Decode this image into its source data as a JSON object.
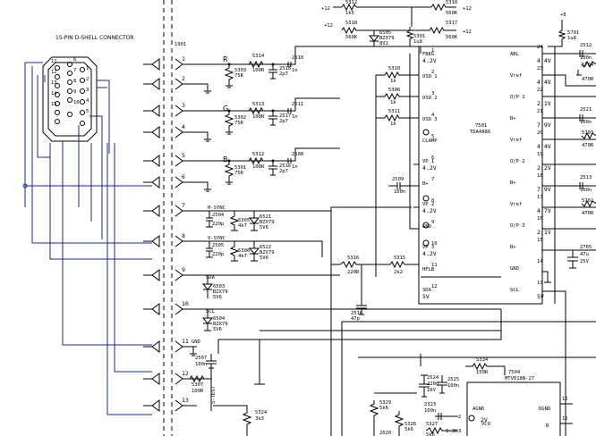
{
  "connector": {
    "title": "15-PIN D-SHELL CONNECTOR",
    "ref": "1901",
    "pins": [
      "1",
      "2",
      "3",
      "4",
      "5",
      "6",
      "7",
      "8",
      "9",
      "10",
      "11",
      "12",
      "13"
    ]
  },
  "top": {
    "v12a": "+12",
    "r5312": "5312",
    "r5312v": "1k5",
    "r5310": "5310",
    "r5310v": "560K",
    "v12b": "+12",
    "r5318": "5318",
    "r5318v": "560K",
    "d6505": "6505",
    "d6505v": "BZX79",
    "d6505b": "8V2",
    "r5317": "5317",
    "r5317v": "560K",
    "r5301": "5301",
    "r5301v": "1u8",
    "v12c": "+12",
    "v8": "+8",
    "r5701": "5701",
    "r5701v": "1u8"
  },
  "rgb": {
    "r": "R",
    "g": "G",
    "b": "B",
    "r1": "5303",
    "r1v": "75R",
    "r2": "5314",
    "r2v": "100R",
    "c1": "2518",
    "c1v": "2p7",
    "c2": "2510",
    "c2v": "1n",
    "g1": "5302",
    "g1v": "75R",
    "g2": "5313",
    "g2v": "100R",
    "gc1": "2517",
    "gc1v": "2p7",
    "gc2": "2511",
    "gc2v": "1n",
    "b1": "5301",
    "b1v": "75R",
    "b2": "5312",
    "b2v": "100R",
    "bc1": "2516",
    "bc1v": "2p7",
    "bc2": "2508",
    "bc2v": "1n"
  },
  "sync": {
    "hsync": "H-SYNC",
    "vsync": "V-SYNC",
    "c2504": "2504",
    "c2504v": "220p",
    "r5305": "5305",
    "r5305v": "4k7",
    "d6521": "6521",
    "d6521v": "BZX79",
    "d6521b": "5V6",
    "c2505": "2505",
    "c2505v": "220p",
    "r5306": "5306",
    "r5306v": "4k7",
    "d6522": "6522",
    "d6522v": "BZX79",
    "d6522b": "5V6"
  },
  "ddc": {
    "sda": "SDA",
    "d6503": "6503",
    "d6503v": "BZX79",
    "d6503b": "5V6",
    "scl": "SCL",
    "d6504": "6504",
    "d6504v": "BZX79",
    "d6504b": "5V6",
    "gnd": "GND",
    "c2507": "2507",
    "c2507v": "100n",
    "r5307": "5307",
    "r5307v": "100R",
    "stest": "S-TEST",
    "r5324": "5324",
    "r5324v": "3k3"
  },
  "ic": {
    "ref": "7501",
    "name": "TDA4886",
    "left": [
      {
        "num": "1",
        "label": "FBKG",
        "val": "4.2V"
      },
      {
        "num": "2",
        "label": "OSD 1",
        "val": ""
      },
      {
        "num": "3",
        "label": "OSD 2",
        "val": ""
      },
      {
        "num": "4",
        "label": "OSD 3",
        "val": ""
      },
      {
        "num": "5",
        "label": "CLAMP",
        "val": ""
      },
      {
        "num": "6",
        "label": "VP 1",
        "val": "4.2V"
      },
      {
        "num": "7",
        "label": "B+",
        "val": ""
      },
      {
        "num": "8",
        "label": "VP 2",
        "val": "4.2V"
      },
      {
        "num": "9",
        "label": "GND",
        "val": ""
      },
      {
        "num": "10",
        "label": "VP 3",
        "val": "4.2V"
      },
      {
        "num": "11",
        "label": "HFLB",
        "val": ""
      },
      {
        "num": "12",
        "label": "SDA",
        "val": "5V"
      }
    ],
    "right": [
      {
        "num": "24",
        "label": "ABL",
        "val": "4.4V"
      },
      {
        "num": "23",
        "label": "Vref",
        "val": "4.4V"
      },
      {
        "num": "22",
        "label": "O/P 1",
        "val": "2.1V"
      },
      {
        "num": "21",
        "label": "B+",
        "val": "7.9V"
      },
      {
        "num": "20",
        "label": "Vref",
        "val": "4.4V"
      },
      {
        "num": "19",
        "label": "O/P 2",
        "val": "2.2V"
      },
      {
        "num": "18",
        "label": "B+",
        "val": "7.9V"
      },
      {
        "num": "17",
        "label": "Vref",
        "val": "4.7V"
      },
      {
        "num": "16",
        "label": "O/P 3",
        "val": "2.1V"
      },
      {
        "num": "15",
        "label": "B+",
        "val": ""
      },
      {
        "num": "14",
        "label": "GND",
        "val": ""
      },
      {
        "num": "13",
        "label": "SCL",
        "val": "5V"
      }
    ]
  },
  "mid": {
    "r5310": "5310",
    "r5310v": "1k",
    "r5306": "5306",
    "r5306v": "1k",
    "r5311": "5311",
    "r5311v": "1k",
    "c2509": "2509",
    "c2509v": "100n",
    "r5316": "5316",
    "r5316v": "220R",
    "r5315": "5315",
    "r5315v": "2k2",
    "c2516": "2516",
    "c2516v": "47p"
  },
  "right": {
    "c2512": "2512",
    "c2512v": "100n",
    "r5704": "5704",
    "r5704v": "470R",
    "c2521": "2521",
    "c2521v": "100n",
    "r5703": "5703",
    "r5703v": "470R",
    "c2513": "2513",
    "c2513v": "100n",
    "r5702": "5702",
    "r5702v": "470R",
    "c2765": "2765",
    "c2765v": "47u",
    "c2765b": "25V"
  },
  "bottom": {
    "r5334": "5334",
    "r5334v": "150R",
    "ic2": "7504",
    "ic2n": "MTV018N-27",
    "agnd": "AGND",
    "dgnd": "DGND",
    "vco": "VCO",
    "vco_v": "2V",
    "pin16": "16",
    "pin15": "15",
    "pin2": "2",
    "pin3": "3",
    "r": "R",
    "c2524": "2524",
    "c2524v": "220u",
    "c2524b": "16V",
    "c2525": "2525",
    "c2525v": "100n",
    "c2323": "2323",
    "c2323v": "100n",
    "r5329": "5329",
    "r5329v": "5k6",
    "r5326": "5326",
    "r5326v": "5k6",
    "r5327": "5327",
    "r5327v": "5k6",
    "c2525b": "2525",
    "b1": "1.3K",
    "b2": "",
    "b3": "",
    "b4": "2020"
  }
}
